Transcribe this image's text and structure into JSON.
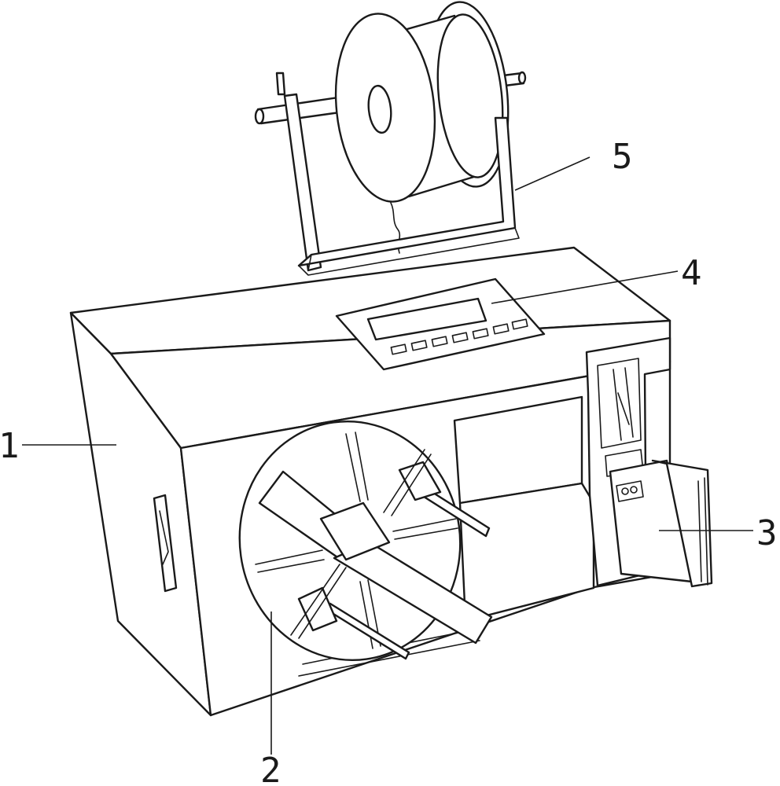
{
  "callouts": {
    "c1": "1",
    "c2": "2",
    "c3": "3",
    "c4": "4",
    "c5": "5"
  },
  "colors": {
    "line": "#1a1a1a",
    "background": "#ffffff"
  }
}
